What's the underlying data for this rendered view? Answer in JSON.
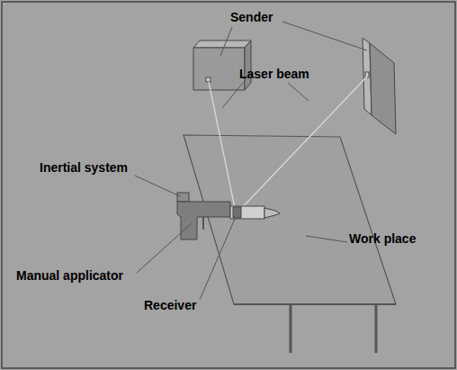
{
  "diagram": {
    "labels": [
      "Sender",
      "Laser beam",
      "Inertial system",
      "Manual applicator",
      "Receiver",
      "Work place"
    ]
  }
}
